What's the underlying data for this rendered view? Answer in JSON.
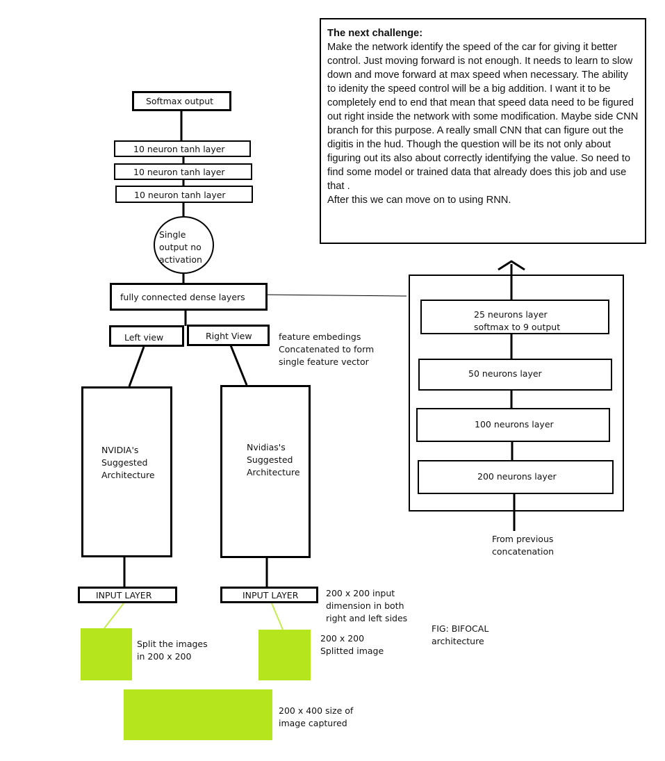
{
  "challenge": {
    "title": "The next challenge:",
    "body": "Make the network identify the speed of the car for giving it better control. Just moving forward is not enough. It needs to learn to slow down and move forward at max speed when necessary. The ability to idenity the speed control will be a big addition. I want it to be completely end to end that mean that speed data need to be figured out right inside the network with some modification. Maybe side CNN branch for this purpose. A really small CNN that can figure out the digitis in the hud. Though the question will be its not only about figuring out its also about correctly identifying the value. So need to find some model or trained data that already does this job and use that .",
    "after": "After this we can move on to using RNN."
  },
  "main": {
    "softmax": "Softmax output",
    "tanh_layers": [
      "10 neuron tanh layer",
      "10 neuron tanh layer",
      "10 neuron tanh layer"
    ],
    "single_output": "Single output no activation",
    "dense": "fully connected dense layers",
    "left_view": "Left view",
    "right_view": "Right View",
    "feature_note": [
      "feature embedings",
      "Concatenated to form",
      "single feature vector"
    ],
    "nvidia_left": [
      "NVIDIA's",
      "Suggested",
      "Architecture"
    ],
    "nvidia_right": [
      "Nvidias's",
      "Suggested",
      "Architecture"
    ],
    "input_left": "INPUT LAYER",
    "input_right": "INPUT LAYER",
    "input_note": [
      "200 x 200 input",
      "dimension in both",
      "right and left sides"
    ],
    "split_note": [
      "Split the images",
      "in 200 x 200"
    ],
    "splitted_note": [
      "200 x 200",
      "Splitted image"
    ],
    "captured_note": [
      "200 x 400 size of",
      "image captured"
    ],
    "fig_caption": [
      "FIG: BIFOCAL",
      "architecture"
    ]
  },
  "branch": {
    "layers": [
      "25 neurons layer",
      "50 neurons layer",
      "100 neurons layer",
      "200 neurons layer"
    ],
    "softmax_note": "softmax to 9 output",
    "from_prev": [
      "From previous",
      "concatenation"
    ]
  },
  "colors": {
    "image_green": "#b5e61d",
    "stroke": "#000000"
  }
}
